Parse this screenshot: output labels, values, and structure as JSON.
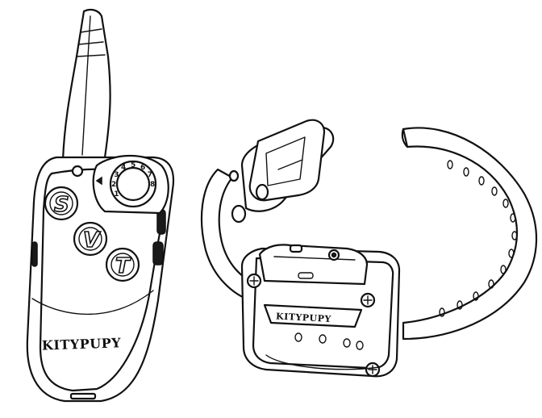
{
  "remote": {
    "brand": "KITYPUPY",
    "buttons": [
      {
        "label": "S"
      },
      {
        "label": "V"
      },
      {
        "label": "T"
      }
    ],
    "dial_numbers": [
      "1",
      "2",
      "3",
      "4",
      "5",
      "6",
      "7",
      "8"
    ]
  },
  "collar": {
    "brand": "KITYPUPY"
  }
}
